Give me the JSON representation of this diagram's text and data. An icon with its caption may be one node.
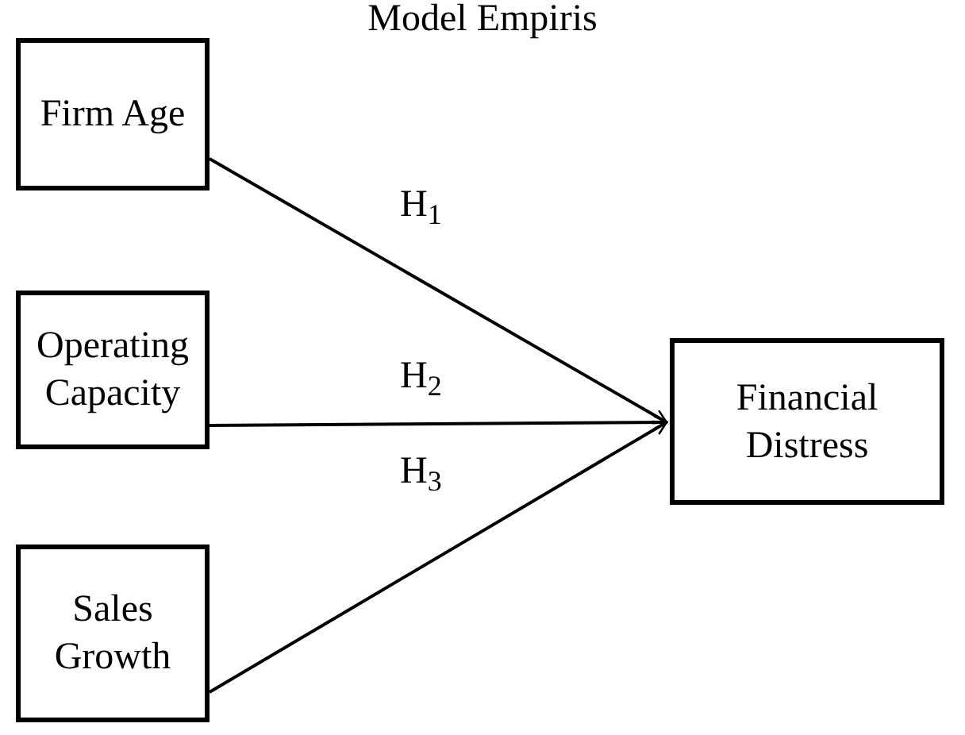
{
  "diagram": {
    "title": "Model Empiris",
    "nodes": [
      {
        "text": [
          "Firm Age"
        ]
      },
      {
        "text": [
          "Operating Capacity"
        ]
      },
      {
        "text": [
          "Sales Growth"
        ]
      },
      {
        "text": [
          "Financial Distress"
        ]
      }
    ],
    "edges": [
      {
        "from": 0,
        "to": 3,
        "arrow": "to",
        "label": "H$_{1}$"
      },
      {
        "from": 1,
        "to": 3,
        "arrow": "to",
        "label": "H$_{2}$"
      },
      {
        "from": 2,
        "to": 3,
        "arrow": "to",
        "label": "H$_{3}$"
      }
    ]
  }
}
